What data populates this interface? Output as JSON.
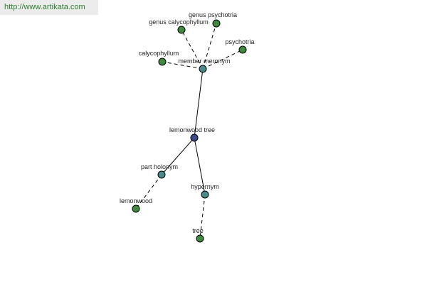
{
  "header": {
    "url": "http://www.artikata.com"
  },
  "colors": {
    "root": "#3a4a8a",
    "relation": "#4a8a8a",
    "leaf": "#3f8a3f",
    "edge": "#000000",
    "url_text": "#2e7d32",
    "url_bg": "#ececec"
  },
  "nodes": [
    {
      "id": "lemonwood-tree",
      "label": "lemonwood tree",
      "kind": "root"
    },
    {
      "id": "member-meronym",
      "label": "member meronym",
      "kind": "relation"
    },
    {
      "id": "part-holonym",
      "label": "part holonym",
      "kind": "relation"
    },
    {
      "id": "hypernym",
      "label": "hypernym",
      "kind": "relation"
    },
    {
      "id": "genus-psychotria",
      "label": "genus psychotria",
      "kind": "leaf"
    },
    {
      "id": "genus-calycophyllum",
      "label": "genus calycophyllum",
      "kind": "leaf"
    },
    {
      "id": "calycophyllum",
      "label": "calycophyllum",
      "kind": "leaf"
    },
    {
      "id": "psychotria",
      "label": "psychotria",
      "kind": "leaf"
    },
    {
      "id": "lemonwood",
      "label": "lemonwood",
      "kind": "leaf"
    },
    {
      "id": "tree",
      "label": "tree",
      "kind": "leaf"
    }
  ],
  "edges": [
    {
      "from": "lemonwood-tree",
      "to": "member-meronym",
      "style": "solid"
    },
    {
      "from": "lemonwood-tree",
      "to": "part-holonym",
      "style": "solid"
    },
    {
      "from": "lemonwood-tree",
      "to": "hypernym",
      "style": "solid"
    },
    {
      "from": "member-meronym",
      "to": "genus-psychotria",
      "style": "dashed"
    },
    {
      "from": "member-meronym",
      "to": "genus-calycophyllum",
      "style": "dashed"
    },
    {
      "from": "member-meronym",
      "to": "calycophyllum",
      "style": "dashed"
    },
    {
      "from": "member-meronym",
      "to": "psychotria",
      "style": "dashed"
    },
    {
      "from": "part-holonym",
      "to": "lemonwood",
      "style": "dashed"
    },
    {
      "from": "hypernym",
      "to": "tree",
      "style": "dashed"
    }
  ]
}
